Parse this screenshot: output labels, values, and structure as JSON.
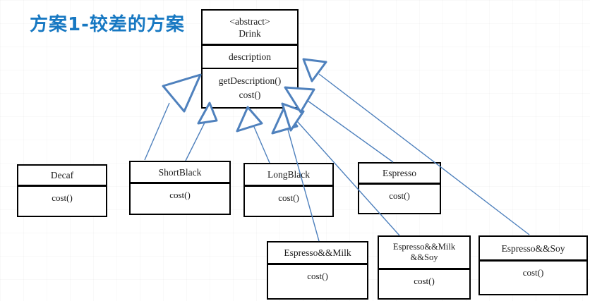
{
  "title": {
    "text": "方案1-较差的方案",
    "color": "#1778c2"
  },
  "diagram": {
    "connector_color": "#4f81bd",
    "abstract_class": {
      "stereotype": "<abstract>",
      "name": "Drink",
      "attribute": "description",
      "method1": "getDescription()",
      "method2": "cost()"
    },
    "subclasses": [
      {
        "name": "Decaf",
        "method": "cost()"
      },
      {
        "name": "ShortBlack",
        "method": "cost()"
      },
      {
        "name": "LongBlack",
        "method": "cost()"
      },
      {
        "name": "Espresso",
        "method": "cost()"
      },
      {
        "name": "Espresso&&Milk",
        "method": "cost()"
      },
      {
        "name": "Espresso&&Milk",
        "name_line2": "&&Soy",
        "method": "cost()"
      },
      {
        "name": "Espresso&&Soy",
        "method": "cost()"
      }
    ]
  }
}
